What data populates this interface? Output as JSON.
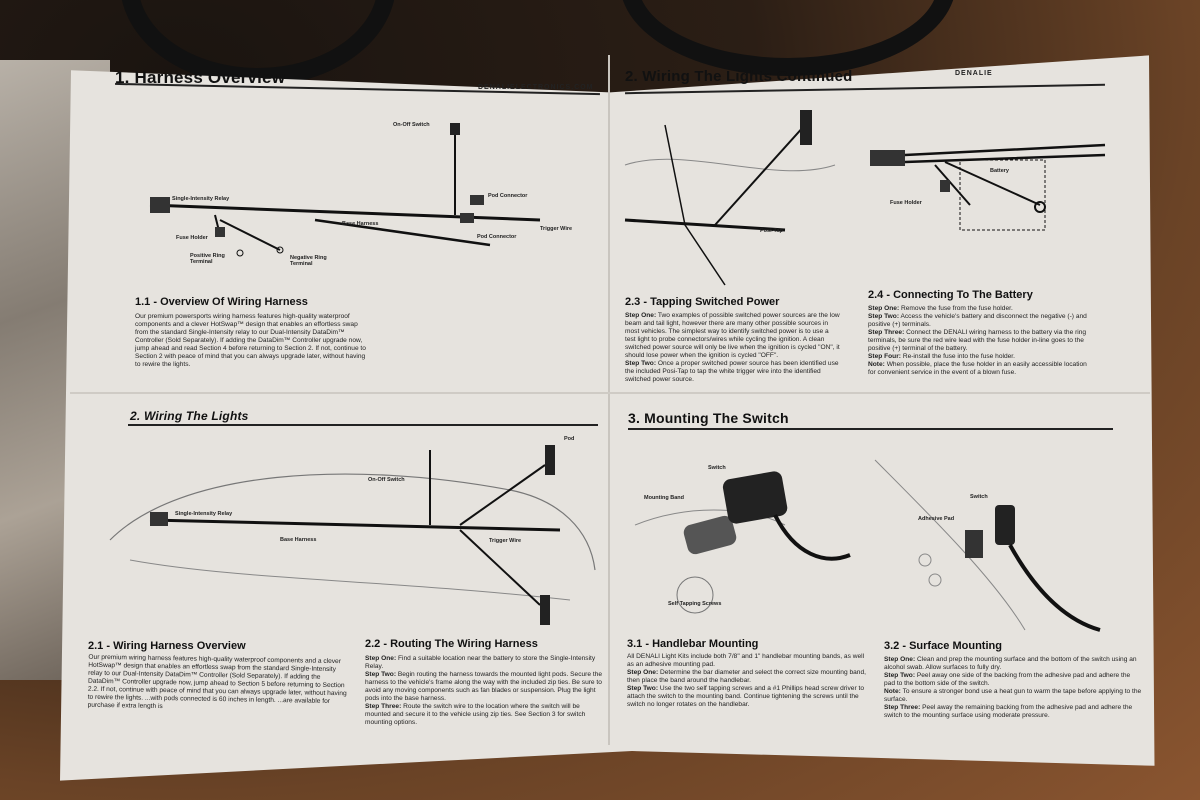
{
  "brand": "DENALIELECTRONICS.COM",
  "brand_short": "DENALIE",
  "sections": {
    "s1": {
      "title": "1. Harness Overview"
    },
    "s1_1": {
      "title": "1.1 - Overview Of Wiring Harness",
      "body": "Our premium powersports wiring harness features high-quality waterproof components and a clever HotSwap™ design that enables an effortless swap from the standard Single-Intensity relay to our Dual-Intensity DataDim™ Controller (Sold Separately). If adding the DataDim™ Controller upgrade now, jump ahead and read Section 4 before returning to Section 2. If not, continue to Section 2 with peace of mind that you can always upgrade later, without having to rewire the lights."
    },
    "s2": {
      "title": "2. Wiring The Lights"
    },
    "s2_1": {
      "title": "2.1 - Wiring Harness Overview",
      "body": "Our premium wiring harness features high-quality waterproof components and a clever HotSwap™ design that enables an effortless swap from the standard Single-Intensity relay to our Dual-Intensity DataDim™ Controller (Sold Separately). If adding the DataDim™ Controller upgrade now, jump ahead to Section 5 before returning to Section 2.2. If not, continue with peace of mind that you can always upgrade later, without having to rewire the lights. ...with pods connected is 60 inches in length. ...are available for purchase if extra length is"
    },
    "s2_2": {
      "title": "2.2 - Routing The Wiring Harness",
      "step1_label": "Step One:",
      "step1": "Find a suitable location near the battery to store the Single-Intensity Relay.",
      "step2_label": "Step Two:",
      "step2": "Begin routing the harness towards the mounted light pods. Secure the harness to the vehicle's frame along the way with the included zip ties. Be sure to avoid any moving components such as fan blades or suspension. Plug the light pods into the base harness.",
      "step3_label": "Step Three:",
      "step3": "Route the switch wire to the location where the switch will be mounted and secure it to the vehicle using zip ties. See Section 3 for switch mounting options."
    },
    "s2c": {
      "title": "2. Wiring The Lights Continued"
    },
    "s2_3": {
      "title": "2.3 - Tapping Switched Power",
      "step1_label": "Step One:",
      "step1": "Two examples of possible switched power sources are the low beam and tail light, however there are many other possible sources in most vehicles. The simplest way to identify switched power is to use a test light to probe connectors/wires while cycling the ignition. A clean switched power source will only be live when the ignition is cycled \"ON\", it should lose power when the ignition is cycled \"OFF\".",
      "step2_label": "Step Two:",
      "step2": "Once a proper switched power source has been identified use the included Posi-Tap to tap the white trigger wire into the identified switched power source."
    },
    "s2_4": {
      "title": "2.4 - Connecting To The Battery",
      "step1_label": "Step One:",
      "step1": "Remove the fuse from the fuse holder.",
      "step2_label": "Step Two:",
      "step2": "Access the vehicle's battery and disconnect the negative (-) and positive (+) terminals.",
      "step3_label": "Step Three:",
      "step3": "Connect the DENALI wiring harness to the battery via the ring terminals, be sure the red wire lead with the fuse holder in-line goes to the positive (+) terminal of the battery.",
      "step4_label": "Step Four:",
      "step4": "Re-install the fuse into the fuse holder.",
      "note_label": "Note:",
      "note": "When possible, place the fuse holder in an easily accessible location for convenient service in the event of a blown fuse."
    },
    "s3": {
      "title": "3. Mounting The Switch"
    },
    "s3_1": {
      "title": "3.1 - Handlebar Mounting",
      "intro": "All DENALI Light Kits include both 7/8\" and 1\" handlebar mounting bands, as well as an adhesive mounting pad.",
      "step1_label": "Step One:",
      "step1": "Determine the bar diameter and select the correct size mounting band, then place the band around the handlebar.",
      "step2_label": "Step Two:",
      "step2": "Use the two self tapping screws and a #1 Phillips head screw driver to attach the switch to the mounting band. Continue tightening the screws until the switch no longer rotates on the handlebar."
    },
    "s3_2": {
      "title": "3.2 - Surface Mounting",
      "step1_label": "Step One:",
      "step1": "Clean and prep the mounting surface and the bottom of the switch using an alcohol swab. Allow surfaces to fully dry.",
      "step2_label": "Step Two:",
      "step2": "Peel away one side of the backing from the adhesive pad and adhere the pad to the bottom side of the switch.",
      "note_label": "Note:",
      "note": "To ensure a stronger bond use a heat gun to warm the tape before applying to the surface.",
      "step3_label": "Step Three:",
      "step3": "Peel away the remaining backing from the adhesive pad and adhere the switch to the mounting surface using moderate pressure."
    }
  },
  "labels": {
    "onoff": "On-Off Switch",
    "relay": "Single-Intensity Relay",
    "pod_conn": "Pod Connector",
    "base": "Base Harness",
    "trigger": "Trigger Wire",
    "fuse": "Fuse Holder",
    "pos_ring": "Positive Ring Terminal",
    "neg_ring": "Negative Ring Terminal",
    "pod": "Pod",
    "posi_tap": "Posi-Tap",
    "battery": "Battery",
    "switch": "Switch",
    "mounting_band": "Mounting Band",
    "self_tap": "Self Tapping Screws",
    "adhesive": "Adhesive Pad"
  }
}
